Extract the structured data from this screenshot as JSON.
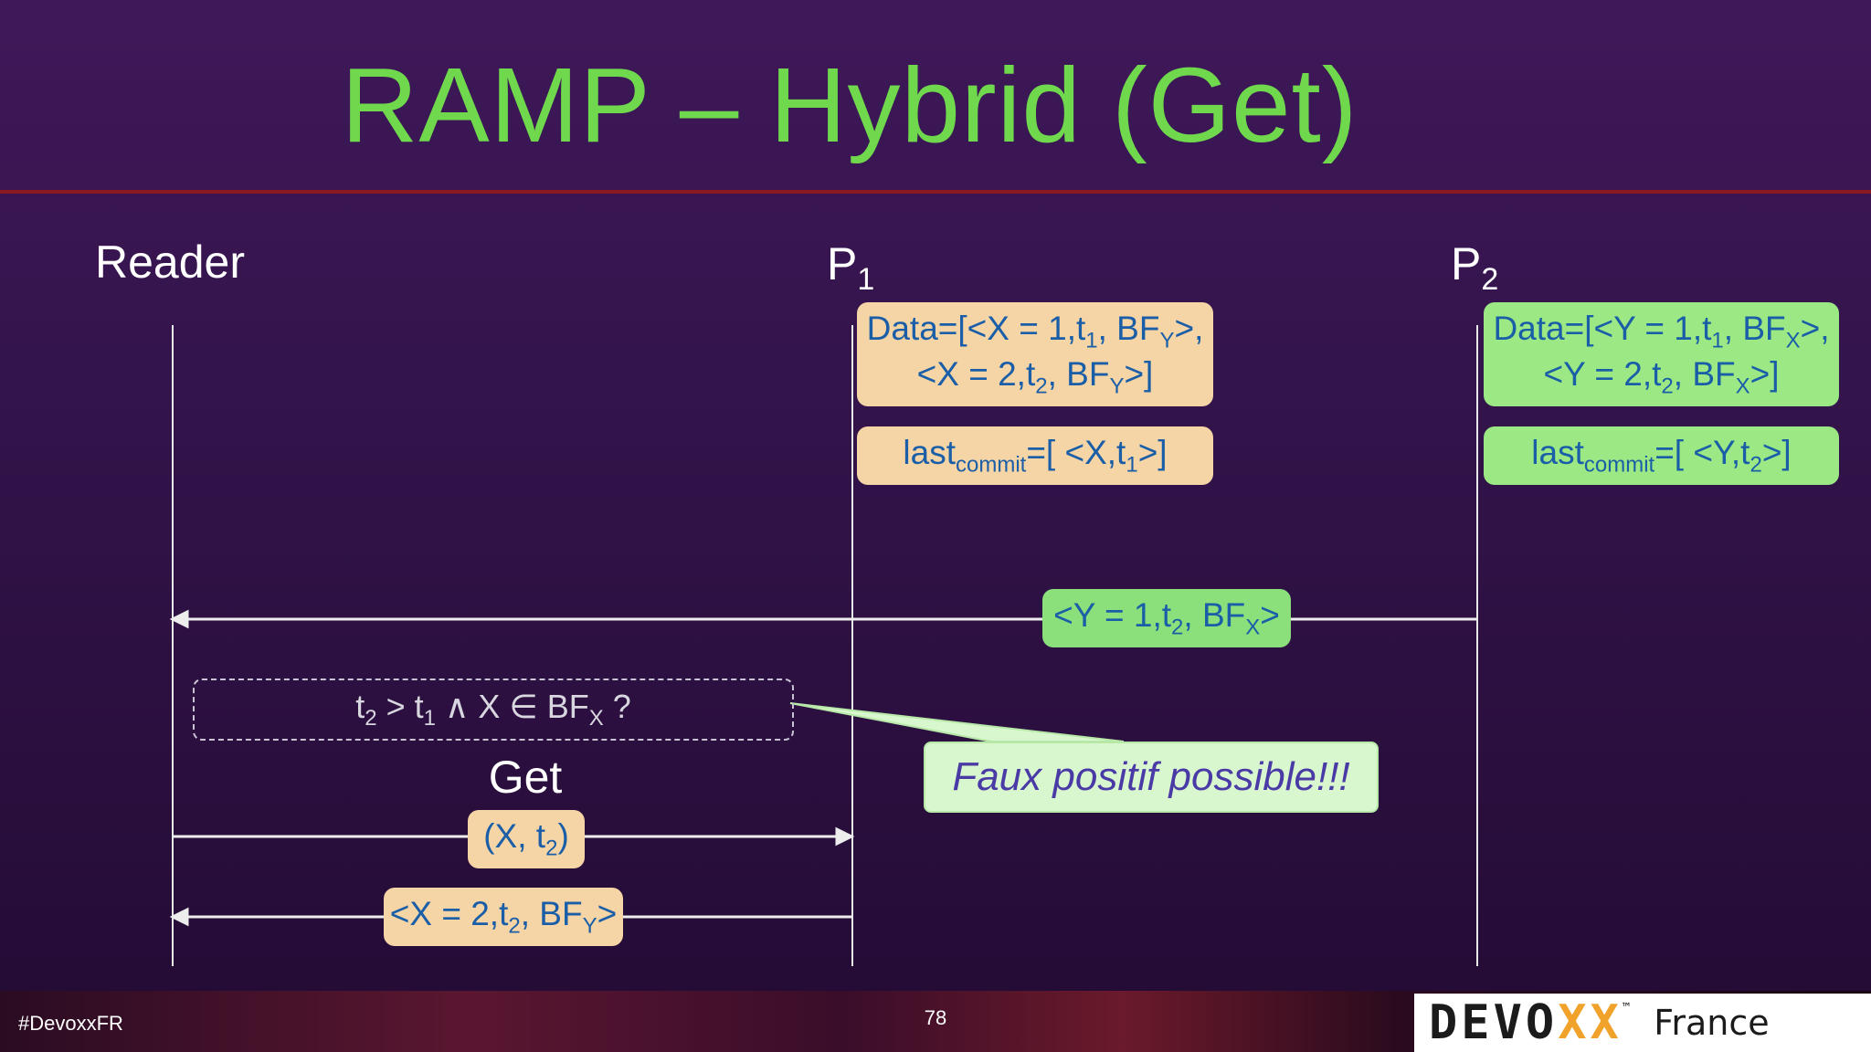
{
  "slide": {
    "title": "RAMP – Hybrid (Get)",
    "page_number": "78",
    "hashtag": "#DevoxxFR"
  },
  "actors": {
    "reader": "Reader",
    "p1": {
      "base": "P",
      "sub": "1"
    },
    "p2": {
      "base": "P",
      "sub": "2"
    }
  },
  "p1_data": {
    "line1": {
      "a": "Data=[<X = 1,t",
      "s1": "1",
      "b": ", BF",
      "s2": "Y",
      "c": ">,"
    },
    "line2": {
      "a": "<X = 2,t",
      "s1": "2",
      "b": ", BF",
      "s2": "Y",
      "c": ">]"
    }
  },
  "p1_last": {
    "a": "last",
    "s1": "commit",
    "b": "=[ <X,t",
    "s2": "1",
    "c": ">]"
  },
  "p2_data": {
    "line1": {
      "a": "Data=[<Y = 1,t",
      "s1": "1",
      "b": ", BF",
      "s2": "X",
      "c": ">,"
    },
    "line2": {
      "a": "<Y = 2,t",
      "s1": "2",
      "b": ", BF",
      "s2": "X",
      "c": ">]"
    }
  },
  "p2_last": {
    "a": "last",
    "s1": "commit",
    "b": "=[ <Y,t",
    "s2": "2",
    "c": ">]"
  },
  "msg_p2_reader": {
    "a": "<Y = 1,t",
    "s1": "2",
    "b": ", BF",
    "s2": "X",
    "c": ">"
  },
  "condition": {
    "a": "t",
    "s1": "2",
    "b": " > t",
    "s2": "1",
    "c": " ∧ X ∈ BF",
    "s3": "X",
    "d": " ?"
  },
  "note": "Faux positif possible!!!",
  "get_label": "Get",
  "get_request": {
    "a": "(X, t",
    "s1": "2",
    "b": ")"
  },
  "get_response": {
    "a": "<X = 2,t",
    "s1": "2",
    "b": ", BF",
    "s2": "Y",
    "c": ">"
  },
  "logo": {
    "main_a": "DEVO",
    "main_x": "XX",
    "tm": "™",
    "sub": "France"
  },
  "colors": {
    "title": "#6fd84c",
    "peach_box": "#f5d4a5",
    "green_box": "#9be884",
    "box_text": "#1a5ea8",
    "note_bg": "#d8f7cf",
    "note_text": "#4a3aa6"
  }
}
